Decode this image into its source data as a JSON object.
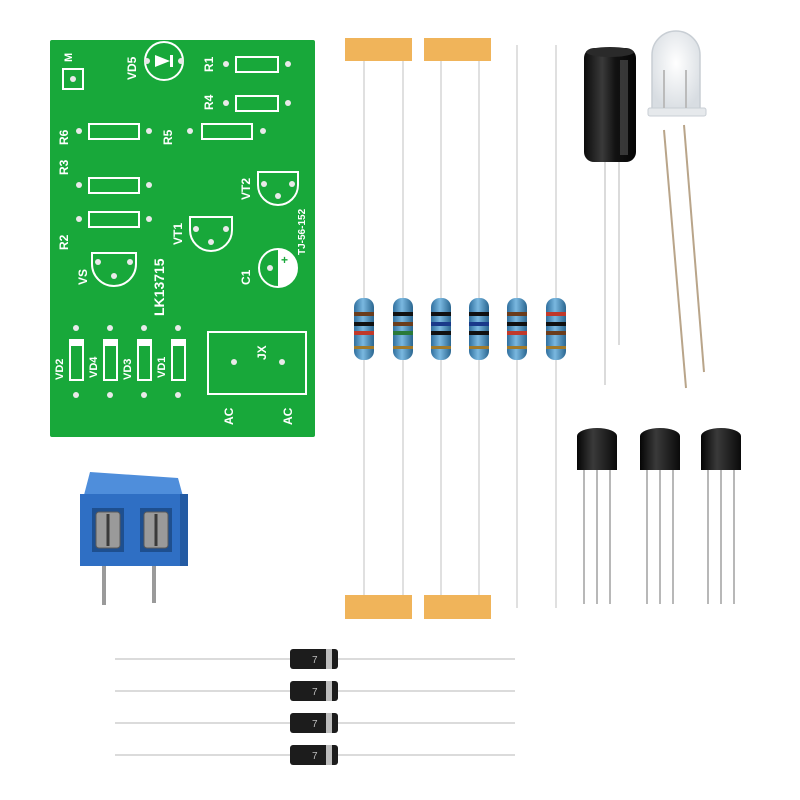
{
  "pcb": {
    "board_name": "LK13715",
    "board_code": "TJ-56-152",
    "labels": {
      "m": "M",
      "vd5": "VD5",
      "r1": "R1",
      "r4": "R4",
      "r6": "R6",
      "r5": "R5",
      "r3": "R3",
      "vt2": "VT2",
      "vt1": "VT1",
      "r2": "R2",
      "vs": "VS",
      "c1": "C1",
      "vd2": "VD2",
      "vd4": "VD4",
      "vd3": "VD3",
      "vd1": "VD1",
      "jx": "JX",
      "ac_left": "AC",
      "ac_right": "AC"
    }
  },
  "diodes": {
    "marking": "7"
  },
  "colors": {
    "pcb_green": "#18a83a",
    "terminal_blue": "#2f6fc4",
    "tape_orange": "#f0b45a",
    "resistor_blue": "#4a93c8",
    "transistor_black": "#1a1a1a"
  }
}
